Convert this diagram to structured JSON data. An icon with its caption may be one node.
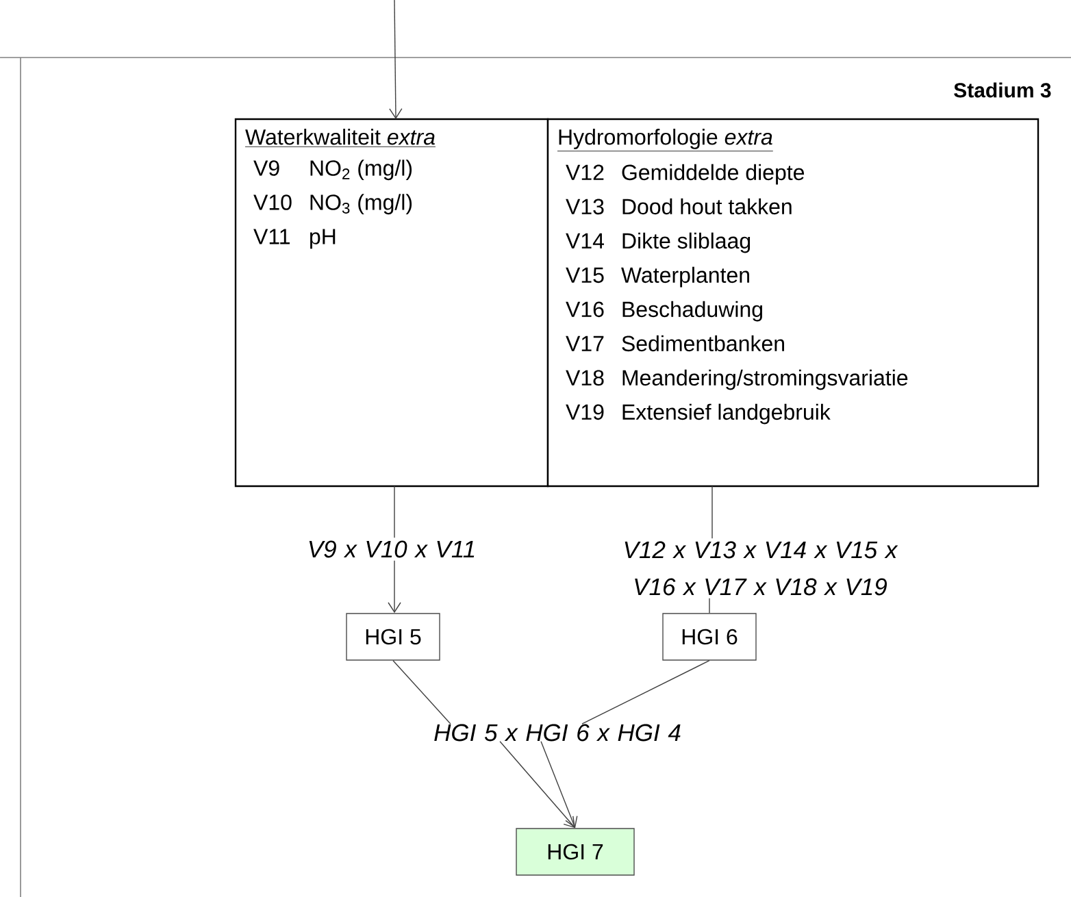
{
  "diagram": {
    "nodes": [
      {
        "text": [
          "Waterkwaliteit *extra*",
          "V9",
          "NO$_{2}$ (mg/l)",
          "V10",
          "NO$_{3}$ (mg/l)",
          "V11",
          "pH"
        ]
      },
      {
        "text": [
          "Hydromorfologie *extra*",
          "V12",
          "Gemiddelde diepte",
          "V13",
          "Dood hout takken",
          "V14",
          "Dikte sliblaag",
          "V15",
          "Waterplanten",
          "V16",
          "Beschaduwing",
          "V17",
          "Sedimentbanken",
          "V18",
          "Meandering/stromingsvariatie",
          "V19",
          "Extensief landgebruik"
        ]
      },
      {
        "text": [
          "V9 x V10 x V11"
        ]
      },
      {
        "text": [
          "V12 x V13 x V14 x V15 x V16 x V17 x V18 x V19"
        ]
      },
      {
        "text": [
          "HGI 5"
        ]
      },
      {
        "text": [
          "HGI 6"
        ]
      },
      {
        "text": [
          "HGI 5 x HGI 6 x HGI 4"
        ]
      },
      {
        "text": [
          "HGI 7"
        ]
      }
    ],
    "edges": [
      {
        "from": null,
        "to": 0,
        "arrow": "to"
      },
      {
        "from": 0,
        "to": 2,
        "arrow": "none"
      },
      {
        "from": 2,
        "to": 4,
        "arrow": "to"
      },
      {
        "from": 1,
        "to": 3,
        "arrow": "none"
      },
      {
        "from": 3,
        "to": 5,
        "arrow": "none"
      },
      {
        "from": 4,
        "to": 6,
        "arrow": "none"
      },
      {
        "from": 5,
        "to": 6,
        "arrow": "none"
      },
      {
        "from": 6,
        "to": 7,
        "arrow": "to"
      },
      {
        "from": 6,
        "to": 7,
        "arrow": "to"
      }
    ],
    "labels": [
      "Stadium 3"
    ]
  }
}
